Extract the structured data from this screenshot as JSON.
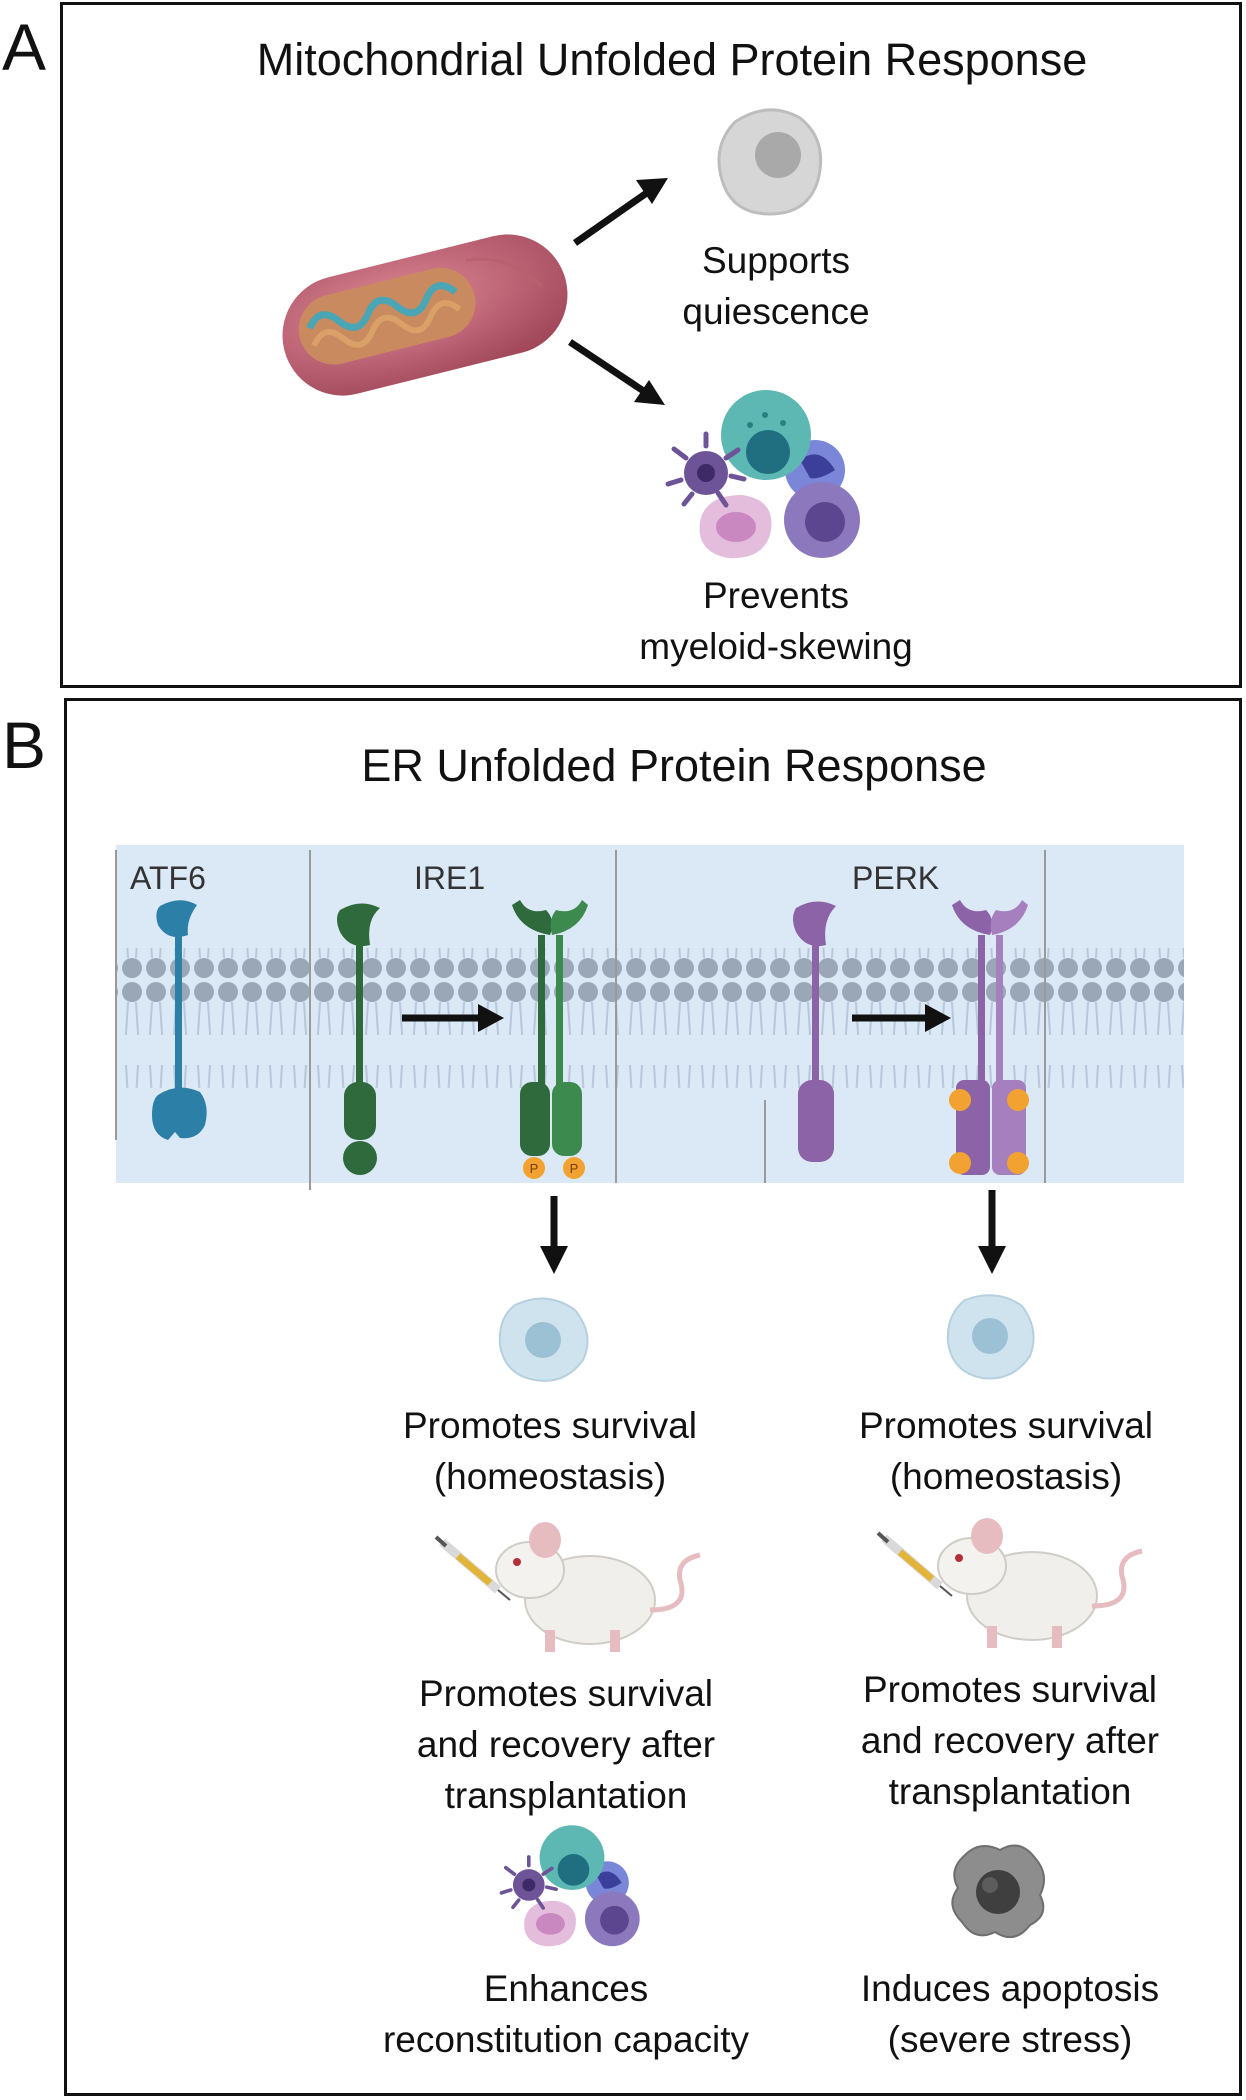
{
  "panel_a": {
    "letter": "A",
    "title": "Mitochondrial Unfolded Protein Response",
    "outcome_top": [
      "Supports",
      "quiescence"
    ],
    "outcome_bottom": [
      "Prevents",
      "myeloid-skewing"
    ]
  },
  "panel_b": {
    "letter": "B",
    "title": "ER Unfolded Protein Response",
    "proteins": [
      "ATF6",
      "IRE1",
      "PERK"
    ],
    "ire1_outcomes": {
      "homeostasis": [
        "Promotes survival",
        "(homeostasis)"
      ],
      "transplant": [
        "Promotes survival",
        "and recovery after",
        "transplantation"
      ],
      "reconstitution": [
        "Enhances",
        "reconstitution capacity"
      ]
    },
    "perk_outcomes": {
      "homeostasis": [
        "Promotes survival",
        "(homeostasis)"
      ],
      "transplant": [
        "Promotes survival",
        "and recovery after",
        "transplantation"
      ],
      "apoptosis": [
        "Induces apoptosis",
        "(severe stress)"
      ]
    },
    "phospho_label": "P"
  },
  "colors": {
    "border": "#111111",
    "membrane_bg": "#dbe8f6",
    "lipid_head": "#9aa7b7",
    "atf6": "#2c7fa6",
    "ire1": "#2f6a3c",
    "perk": "#8d63a8",
    "phospho": "#f2a230",
    "mito": "#b85a6e",
    "cell_grey": "#c9c9c9",
    "cell_blue": "#cfe3ef"
  },
  "icons": [
    "mitochondrion-icon",
    "quiescent-cell-icon",
    "myeloid-cells-icon",
    "hsc-cell-icon",
    "mouse-icon",
    "syringe-icon",
    "apoptotic-cell-icon"
  ]
}
